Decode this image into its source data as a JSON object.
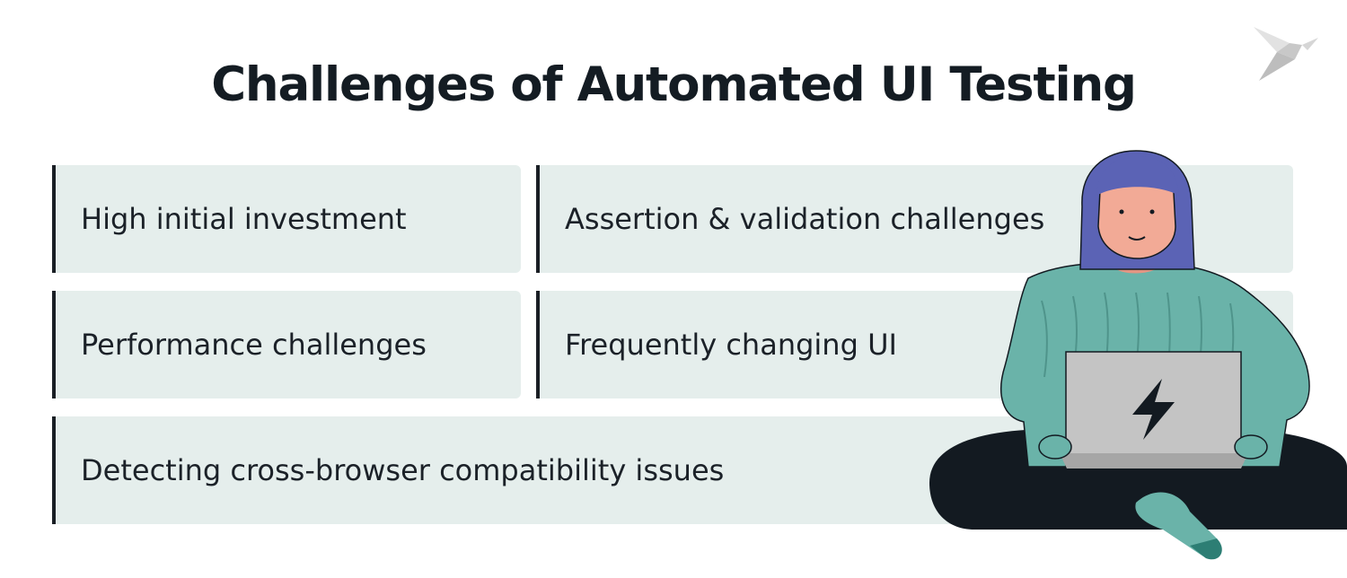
{
  "title": "Challenges of Automated UI Testing",
  "cards": [
    {
      "label": "High initial investment"
    },
    {
      "label": "Assertion & validation challenges"
    },
    {
      "label": "Performance challenges"
    },
    {
      "label": "Frequently changing UI"
    },
    {
      "label": "Detecting cross-browser compatibility issues"
    }
  ],
  "colors": {
    "title": "#141c23",
    "card_bg": "#e5eeec",
    "card_border": "#1a1f25",
    "sweater": "#6ab3a9",
    "hair": "#5b63b5",
    "skin": "#f2aa96",
    "pants": "#131a21",
    "laptop": "#c4c4c4"
  },
  "icons": [
    "bird-logo-icon",
    "lightning-bolt-icon"
  ]
}
